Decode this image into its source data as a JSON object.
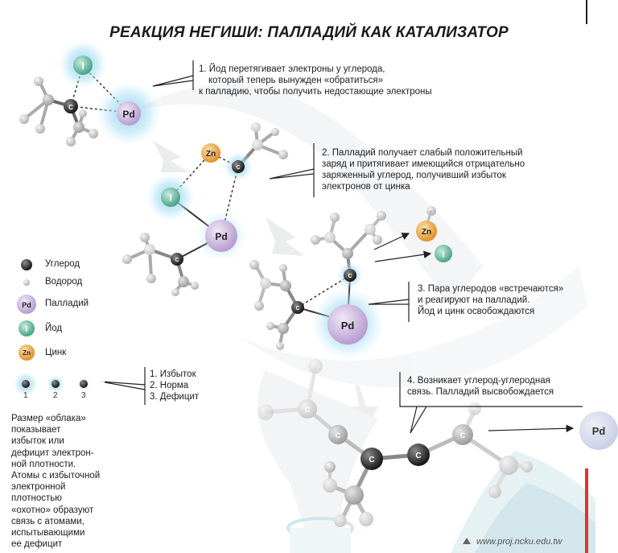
{
  "title": "РЕАКЦИЯ НЕГИШИ: ПАЛЛАДИЙ КАК КАТАЛИЗАТОР",
  "atoms": {
    "carbon": "C",
    "iodine": "I",
    "palladium": "Pd",
    "zinc": "Zn"
  },
  "steps": [
    {
      "lines": [
        "1. Йод перетягивает электроны у углерода,",
        "который теперь вынужден «обратиться»",
        "к палладию, чтобы получить недостающие электроны"
      ]
    },
    {
      "lines": [
        "2. Палладий получает слабый положительный",
        "заряд и притягивает имеющийся отрицательно",
        "заряженный углерод, получивший избыток",
        "электронов от цинка"
      ]
    },
    {
      "lines": [
        "3. Пара углеродов «встречаются»",
        "и реагируют на палладий.",
        "Йод и цинк освобождаются"
      ]
    },
    {
      "lines": [
        "4. Возникает углерод-углеродная",
        "связь. Палладий высвобождается"
      ]
    }
  ],
  "legend": {
    "carbon": "Углерод",
    "hydrogen": "Водород",
    "palladium": "Палладий",
    "iodine": "Йод",
    "zinc": "Цинк",
    "cloud_numbers": [
      "1",
      "2",
      "3"
    ],
    "cloud_levels": [
      "1. Избыток",
      "2. Норма",
      "3. Дефицит"
    ],
    "description": [
      "Размер «облака»",
      "показывает",
      "избыток или",
      "дефицит электрон-",
      "ной плотности.",
      "Атомы с избыточной",
      "электронной",
      "плотностью",
      "«охотно» образуют",
      "связь с атомами,",
      "испытывающими",
      "ее дефицит"
    ]
  },
  "url": "www.proj.ncku.edu.tw",
  "colors": {
    "carbon": "#2a2a2a",
    "hydrogen": "#b8b8b8",
    "palladium": "#c9b5db",
    "iodine": "#6cbfa0",
    "zinc": "#f0a33a",
    "glow": "#8fd3ef",
    "accent_red": "#e0342c"
  }
}
